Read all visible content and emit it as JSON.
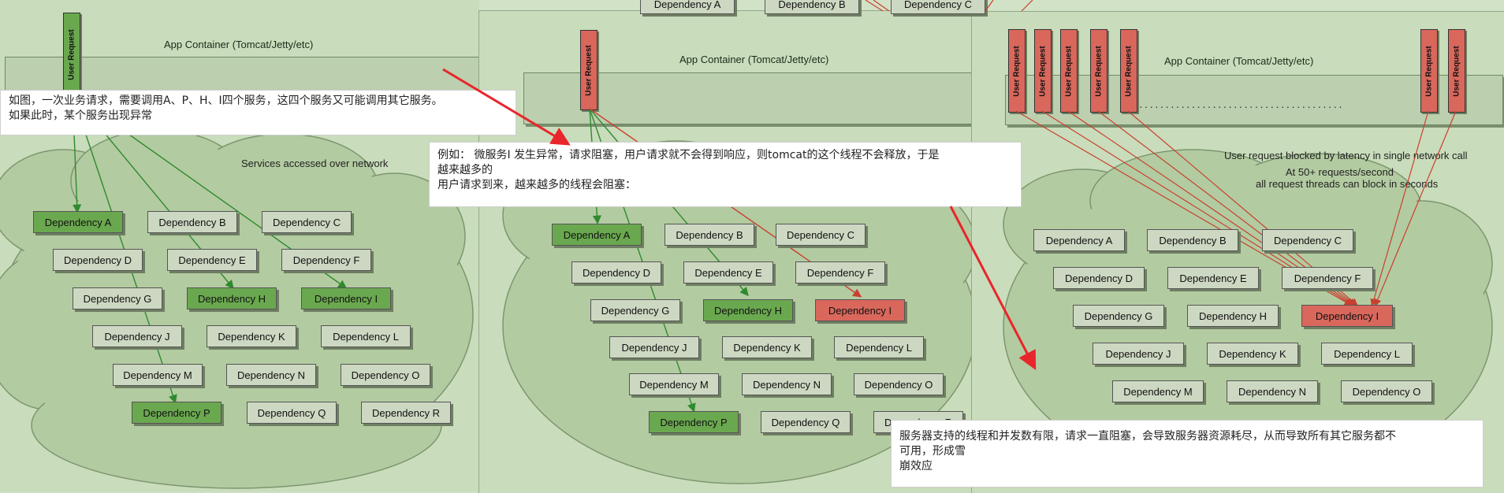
{
  "panel1": {
    "container_label": "App Container (Tomcat/Jetty/etc)",
    "services_label": "Services accessed over network",
    "request_label": "User Request",
    "dependencies": [
      {
        "name": "Dependency A",
        "state": "green"
      },
      {
        "name": "Dependency B",
        "state": "normal"
      },
      {
        "name": "Dependency C",
        "state": "normal"
      },
      {
        "name": "Dependency D",
        "state": "normal"
      },
      {
        "name": "Dependency E",
        "state": "normal"
      },
      {
        "name": "Dependency F",
        "state": "normal"
      },
      {
        "name": "Dependency G",
        "state": "normal"
      },
      {
        "name": "Dependency H",
        "state": "green"
      },
      {
        "name": "Dependency I",
        "state": "green"
      },
      {
        "name": "Dependency J",
        "state": "normal"
      },
      {
        "name": "Dependency K",
        "state": "normal"
      },
      {
        "name": "Dependency L",
        "state": "normal"
      },
      {
        "name": "Dependency M",
        "state": "normal"
      },
      {
        "name": "Dependency N",
        "state": "normal"
      },
      {
        "name": "Dependency O",
        "state": "normal"
      },
      {
        "name": "Dependency P",
        "state": "green"
      },
      {
        "name": "Dependency Q",
        "state": "normal"
      },
      {
        "name": "Dependency R",
        "state": "normal"
      }
    ]
  },
  "panel2": {
    "top_deps": [
      "Dependency A",
      "Dependency B",
      "Dependency C"
    ],
    "container_label": "App Container (Tomcat/Jetty/etc)",
    "request_label": "User Request",
    "dependencies": [
      {
        "name": "Dependency A",
        "state": "green"
      },
      {
        "name": "Dependency B",
        "state": "normal"
      },
      {
        "name": "Dependency C",
        "state": "normal"
      },
      {
        "name": "Dependency D",
        "state": "normal"
      },
      {
        "name": "Dependency E",
        "state": "normal"
      },
      {
        "name": "Dependency F",
        "state": "normal"
      },
      {
        "name": "Dependency G",
        "state": "normal"
      },
      {
        "name": "Dependency H",
        "state": "green"
      },
      {
        "name": "Dependency I",
        "state": "red"
      },
      {
        "name": "Dependency J",
        "state": "normal"
      },
      {
        "name": "Dependency K",
        "state": "normal"
      },
      {
        "name": "Dependency L",
        "state": "normal"
      },
      {
        "name": "Dependency M",
        "state": "normal"
      },
      {
        "name": "Dependency N",
        "state": "normal"
      },
      {
        "name": "Dependency O",
        "state": "normal"
      },
      {
        "name": "Dependency P",
        "state": "green"
      },
      {
        "name": "Dependency Q",
        "state": "normal"
      },
      {
        "name": "Dependency R",
        "state": "normal"
      }
    ]
  },
  "panel3": {
    "container_label": "App Container (Tomcat/Jetty/etc)",
    "request_label": "User Request",
    "dots": "·······································",
    "blocked_label": "User request blocked by latency in single network call",
    "rate_label_1": "At 50+ requests/second",
    "rate_label_2": "all request threads can block in seconds",
    "dependencies": [
      {
        "name": "Dependency A",
        "state": "normal"
      },
      {
        "name": "Dependency B",
        "state": "normal"
      },
      {
        "name": "Dependency C",
        "state": "normal"
      },
      {
        "name": "Dependency D",
        "state": "normal"
      },
      {
        "name": "Dependency E",
        "state": "normal"
      },
      {
        "name": "Dependency F",
        "state": "normal"
      },
      {
        "name": "Dependency G",
        "state": "normal"
      },
      {
        "name": "Dependency H",
        "state": "normal"
      },
      {
        "name": "Dependency I",
        "state": "red"
      },
      {
        "name": "Dependency J",
        "state": "normal"
      },
      {
        "name": "Dependency K",
        "state": "normal"
      },
      {
        "name": "Dependency L",
        "state": "normal"
      },
      {
        "name": "Dependency M",
        "state": "normal"
      },
      {
        "name": "Dependency N",
        "state": "normal"
      },
      {
        "name": "Dependency O",
        "state": "normal"
      }
    ]
  },
  "notes": {
    "note1_line1": "如图，一次业务请求，需要调用A、P、H、I四个服务，这四个服务又可能调用其它服务。",
    "note1_line2": "如果此时，某个服务出现异常",
    "note2_line1": "例如： 微服务I 发生异常，请求阻塞，用户请求就不会得到响应，则tomcat的这个线程不会释放，于是",
    "note2_line2": "越来越多的",
    "note2_line3": "用户请求到来，越来越多的线程会阻塞：",
    "note3_line1": "服务器支持的线程和并发数有限，请求一直阻塞，会导致服务器资源耗尽，从而导致所有其它服务都不",
    "note3_line2": "可用，形成雪",
    "note3_line3": "崩效应"
  },
  "colors": {
    "green": "#6aa84f",
    "red": "#d9675c",
    "arrow_red": "#e8262b",
    "line_green": "#2f8a2f",
    "line_red": "#c9402f"
  }
}
